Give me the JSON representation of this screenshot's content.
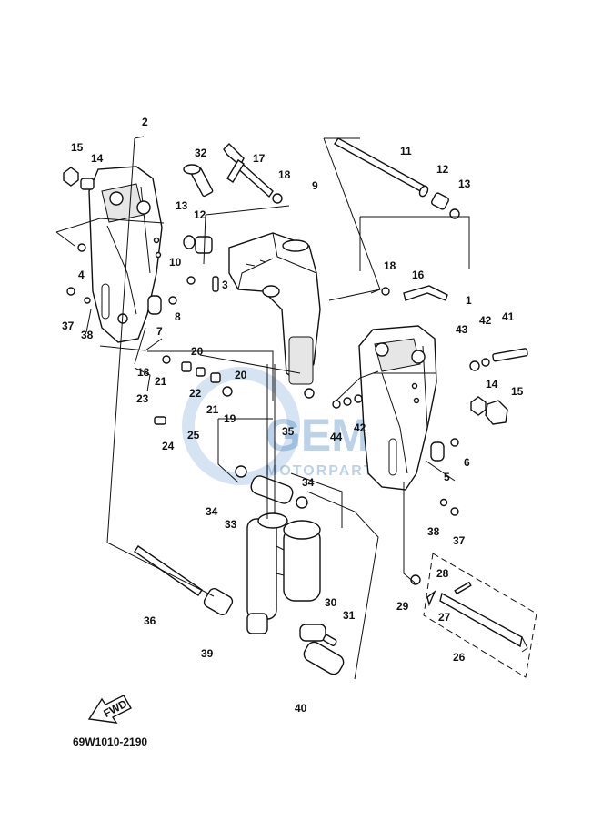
{
  "diagram_code": "69W1010-2190",
  "fwd_arrow_text": "FWD",
  "watermark": {
    "brand": "GEM",
    "sub": "MOTORPARTS",
    "color": "#3e7fc2"
  },
  "callouts": {
    "c1": "1",
    "c2": "2",
    "c3": "3",
    "c4": "4",
    "c5": "5",
    "c6": "6",
    "c7": "7",
    "c8": "8",
    "c9": "9",
    "c10": "10",
    "c11": "11",
    "c12a": "12",
    "c12b": "12",
    "c13a": "13",
    "c13b": "13",
    "c14a": "14",
    "c14b": "14",
    "c15a": "15",
    "c15b": "15",
    "c16": "16",
    "c17": "17",
    "c18a": "18",
    "c18b": "18",
    "c18c": "18",
    "c19": "19",
    "c20a": "20",
    "c20b": "20",
    "c21a": "21",
    "c21b": "21",
    "c22": "22",
    "c23": "23",
    "c24": "24",
    "c25": "25",
    "c26": "26",
    "c27": "27",
    "c28": "28",
    "c29": "29",
    "c30": "30",
    "c31": "31",
    "c32": "32",
    "c33": "33",
    "c34a": "34",
    "c34b": "34",
    "c35": "35",
    "c36": "36",
    "c37a": "37",
    "c37b": "37",
    "c38a": "38",
    "c38b": "38",
    "c39": "39",
    "c40": "40",
    "c41": "41",
    "c42a": "42",
    "c42b": "42",
    "c43": "43",
    "c44": "44"
  }
}
